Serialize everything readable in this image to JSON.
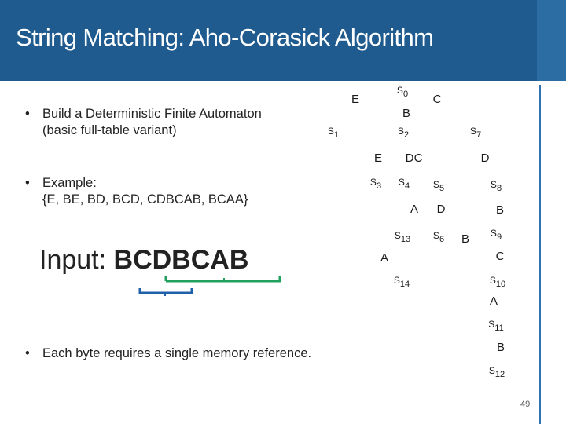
{
  "slide": {
    "title": "String Matching: Aho-Corasick Algorithm",
    "bullets": [
      {
        "text": "Build a Deterministic Finite Automaton",
        "text2": "(basic full-table variant)"
      },
      {
        "text": "Example:",
        "text2": "{E, BE, BD, BCD, CDBCAB, BCAA}"
      },
      {
        "text": "Each byte requires a single memory reference."
      }
    ],
    "bullet_char": "•",
    "input_prefix": "Input: ",
    "input_value": "BCDBCAB",
    "page_number": "49",
    "colors": {
      "header": "#1f5b8e",
      "accent_line": "#2f74b0",
      "bracket_blue": "#2060a8",
      "bracket_green": "#22a060"
    }
  },
  "automaton": {
    "states": [
      {
        "id": "s0",
        "base": "S",
        "sub": "0"
      },
      {
        "id": "s1",
        "base": "S",
        "sub": "1"
      },
      {
        "id": "s2",
        "base": "S",
        "sub": "2"
      },
      {
        "id": "s3",
        "base": "S",
        "sub": "3"
      },
      {
        "id": "s4",
        "base": "S",
        "sub": "4"
      },
      {
        "id": "s5",
        "base": "S",
        "sub": "5"
      },
      {
        "id": "s6",
        "base": "S",
        "sub": "6"
      },
      {
        "id": "s7",
        "base": "S",
        "sub": "7"
      },
      {
        "id": "s8",
        "base": "S",
        "sub": "8"
      },
      {
        "id": "s9",
        "base": "S",
        "sub": "9"
      },
      {
        "id": "s10",
        "base": "S",
        "sub": "10"
      },
      {
        "id": "s11",
        "base": "S",
        "sub": "11"
      },
      {
        "id": "s12",
        "base": "S",
        "sub": "12"
      },
      {
        "id": "s13",
        "base": "S",
        "sub": "13"
      },
      {
        "id": "s14",
        "base": "S",
        "sub": "14"
      }
    ],
    "edges": [
      {
        "from": "s0",
        "to": "s1",
        "label": "E"
      },
      {
        "from": "s0",
        "to": "s2",
        "label": "B"
      },
      {
        "from": "s0",
        "to": "s7",
        "label": "C"
      },
      {
        "from": "s2",
        "to": "s3",
        "label": "E"
      },
      {
        "from": "s2",
        "to": "s4",
        "label": "D"
      },
      {
        "from": "s2",
        "to": "s5",
        "label": "C"
      },
      {
        "from": "s5",
        "to": "s13",
        "label": "A"
      },
      {
        "from": "s5",
        "to": "s6",
        "label": "D"
      },
      {
        "from": "s13",
        "to": "s14",
        "label": "A"
      },
      {
        "from": "s7",
        "to": "s8",
        "label": "D"
      },
      {
        "from": "s8",
        "to": "s9",
        "label": "B"
      },
      {
        "from": "s9",
        "to": "s10",
        "label": "C"
      },
      {
        "from": "s10",
        "to": "s11",
        "label": "A"
      },
      {
        "from": "s11",
        "to": "s12",
        "label": "B"
      },
      {
        "from": "s6",
        "to": "s9",
        "label": "B"
      }
    ]
  }
}
